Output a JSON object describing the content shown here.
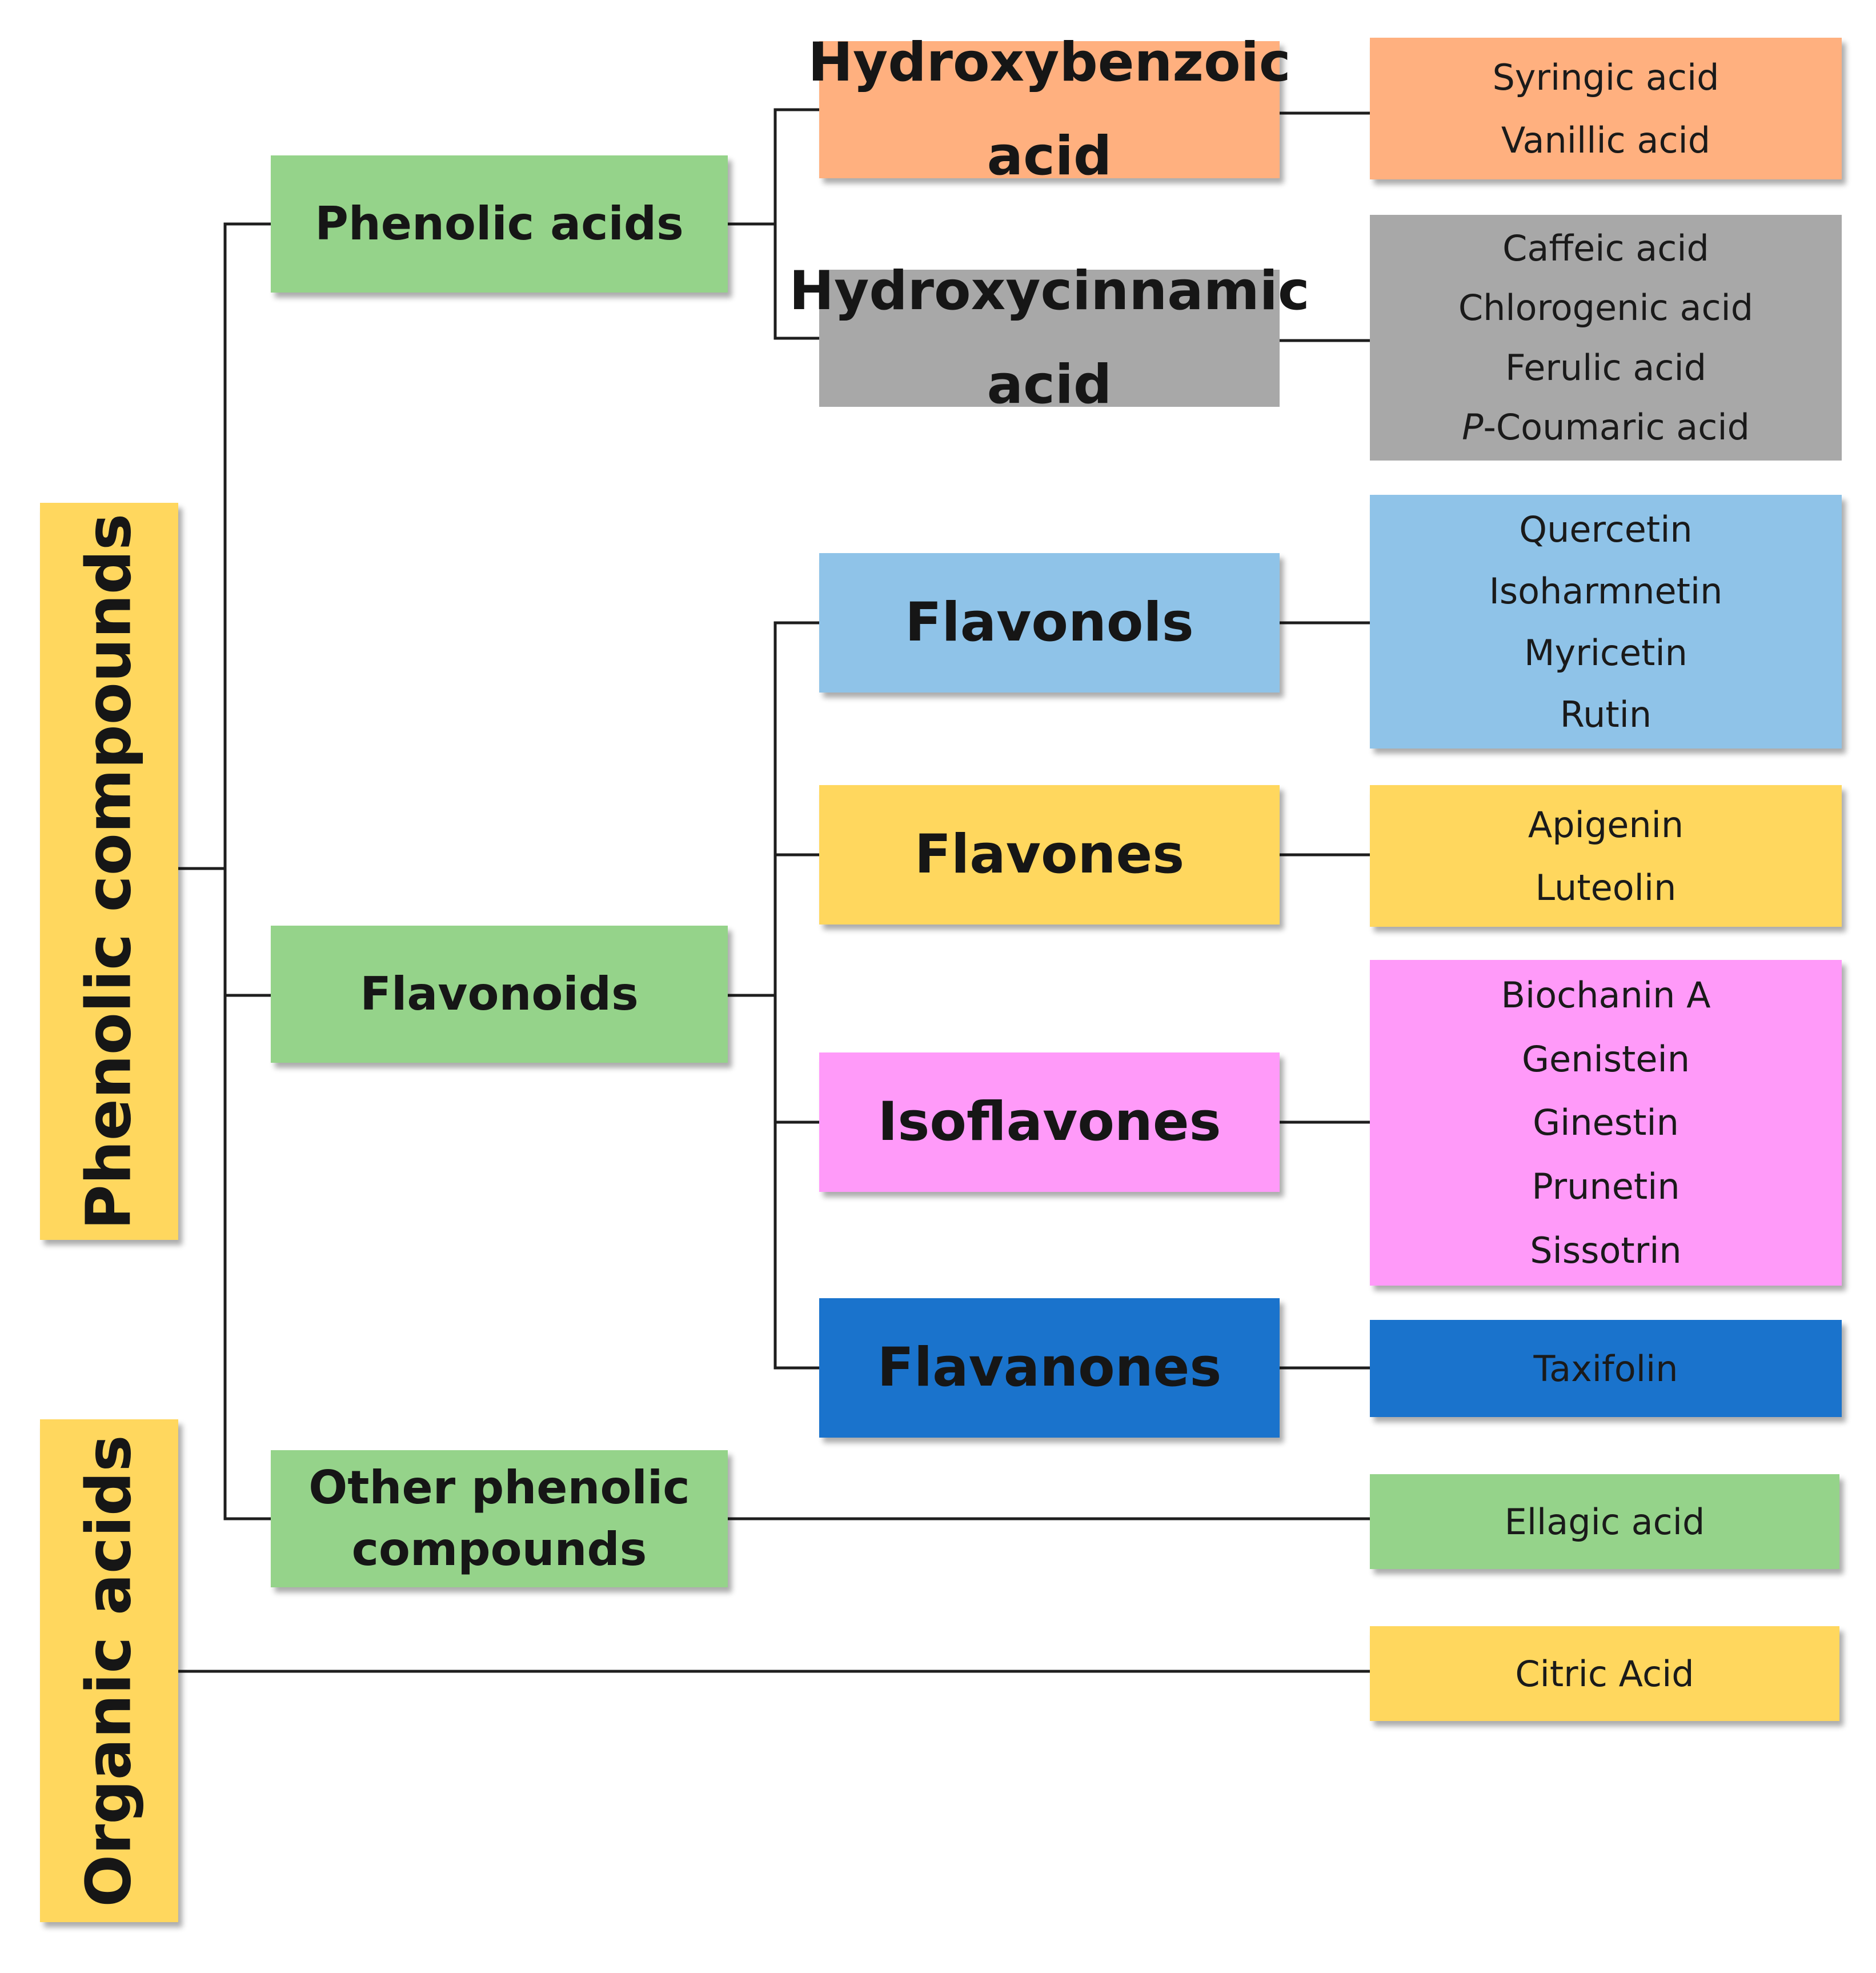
{
  "colors": {
    "yellow": "#FFD75E",
    "green": "#95D38A",
    "orange": "#FFB07F",
    "gray": "#A8A8A8",
    "light_blue": "#8FC3E8",
    "pink": "#FF9AF9",
    "blue": "#1A73CC",
    "line": "#1E1E1E"
  },
  "roots": {
    "phenolic": "Phenolic compounds",
    "organic": "Organic acids"
  },
  "categories": {
    "phenolic_acids": "Phenolic acids",
    "flavonoids": "Flavonoids",
    "other_line1": "Other phenolic",
    "other_line2": "compounds"
  },
  "subcategories": {
    "hydroxybenzoic_line1": "Hydroxybenzoic",
    "hydroxybenzoic_line2": "acid",
    "hydroxycinnamic_line1": "Hydroxycinnamic",
    "hydroxycinnamic_line2": "acid",
    "flavonols": "Flavonols",
    "flavones": "Flavones",
    "isoflavones": "Isoflavones",
    "flavanones": "Flavanones"
  },
  "compounds": {
    "hydroxybenzoic": [
      "Syringic acid",
      "Vanillic acid"
    ],
    "hydroxycinnamic": [
      "Caffeic acid",
      "Chlorogenic acid",
      "Ferulic acid"
    ],
    "p_coumaric_prefix": "P",
    "p_coumaric_rest": "-Coumaric acid",
    "flavonols": [
      "Quercetin",
      "Isoharmnetin",
      "Myricetin",
      "Rutin"
    ],
    "flavones": [
      "Apigenin",
      "Luteolin"
    ],
    "isoflavones": [
      "Biochanin A",
      "Genistein",
      "Ginestin",
      "Prunetin",
      "Sissotrin"
    ],
    "flavanones": [
      "Taxifolin"
    ],
    "other_phenolic": [
      "Ellagic acid"
    ],
    "organic_acids": [
      "Citric Acid"
    ]
  }
}
